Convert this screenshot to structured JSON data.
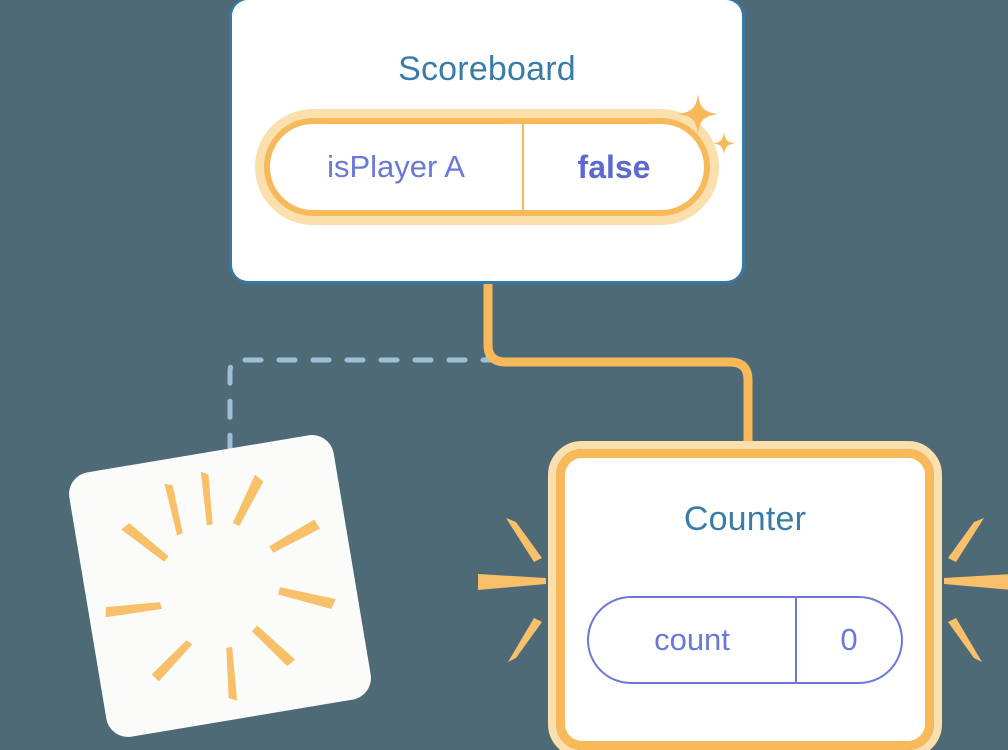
{
  "theme": {
    "background": "#4d6a76",
    "card_surface": "#ffffff",
    "scoreboard_border": "#3479a8",
    "title_blue": "#3a7ca8",
    "accent_orange": "#f7b95a",
    "accent_orange_glow": "#fbdfad",
    "value_periwinkle": "#6a78d8",
    "value_periwinkle_bold": "#5c6ad0",
    "dashed_wire": "#9fc0d4",
    "tilted_card_surface": "#fbfbfa"
  },
  "scoreboard": {
    "title": "Scoreboard",
    "state": {
      "key": "isPlayer A",
      "value": "false",
      "highlighted": true
    }
  },
  "counter": {
    "title": "Counter",
    "state": {
      "key": "count",
      "value": "0",
      "highlighted": false
    }
  },
  "tilted_card": {
    "title": "",
    "burst_rays": 10
  },
  "connectors": [
    {
      "name": "scoreboard-to-counter",
      "style": "solid",
      "color": "#f7b95a",
      "from": "scoreboard",
      "to": "counter"
    },
    {
      "name": "scoreboard-to-tilted-card",
      "style": "dashed",
      "color": "#9fc0d4",
      "from": "scoreboard",
      "to": "tilted-card"
    }
  ],
  "decorations": {
    "sparkle_count": 2,
    "counter_burst_left_rays": 3,
    "counter_burst_right_rays": 3
  }
}
